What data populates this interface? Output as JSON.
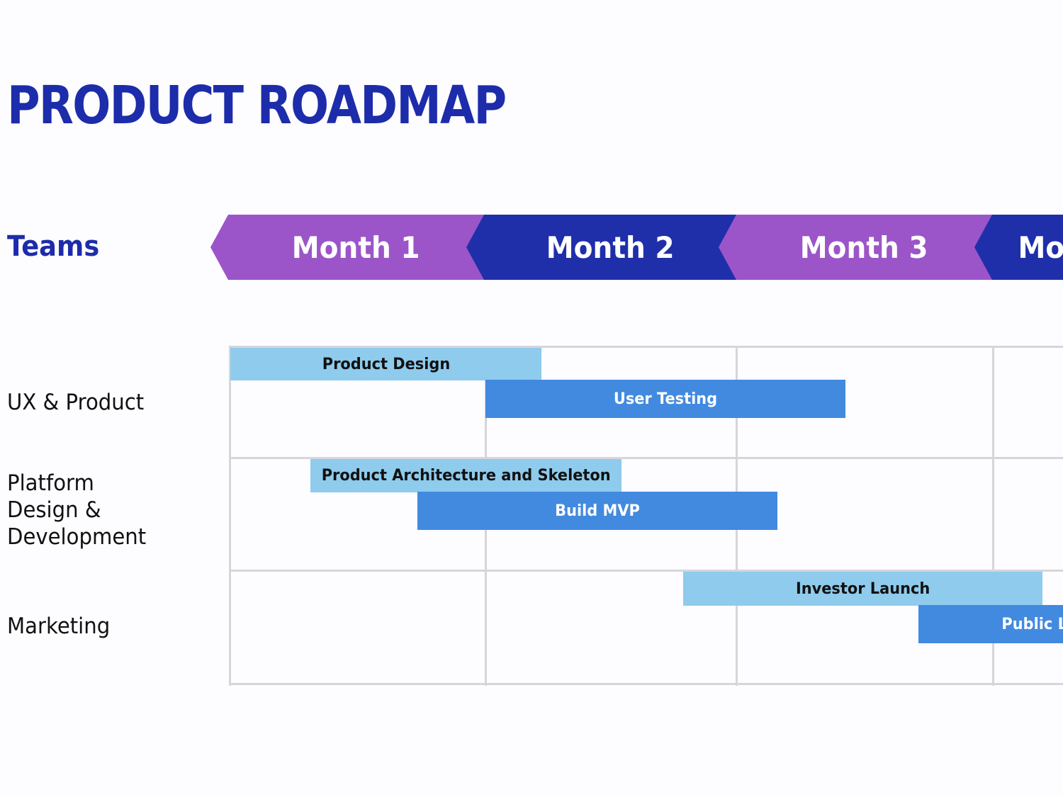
{
  "title": "PRODUCT ROADMAP",
  "teams_header": "Teams",
  "months": [
    "Month 1",
    "Month 2",
    "Month 3",
    "Mo"
  ],
  "teams": [
    {
      "name": "UX & Product"
    },
    {
      "name": "Platform\nDesign &\nDevelopment"
    },
    {
      "name": "Marketing"
    }
  ],
  "tasks": [
    {
      "label": "Product Design",
      "team": "UX & Product",
      "style": "light"
    },
    {
      "label": "User Testing",
      "team": "UX & Product",
      "style": "dark"
    },
    {
      "label": "Product Architecture and Skeleton",
      "team": "Platform Design & Development",
      "style": "light"
    },
    {
      "label": "Build MVP",
      "team": "Platform Design & Development",
      "style": "dark"
    },
    {
      "label": "Investor Launch",
      "team": "Marketing",
      "style": "light"
    },
    {
      "label": "Public L",
      "team": "Marketing",
      "style": "dark"
    }
  ],
  "colors": {
    "title": "#1c2caa",
    "month_purple": "#9b55c9",
    "month_navy": "#1f2faa",
    "bar_light": "#8ecbed",
    "bar_dark": "#428adf",
    "grid": "#d7d5db"
  }
}
